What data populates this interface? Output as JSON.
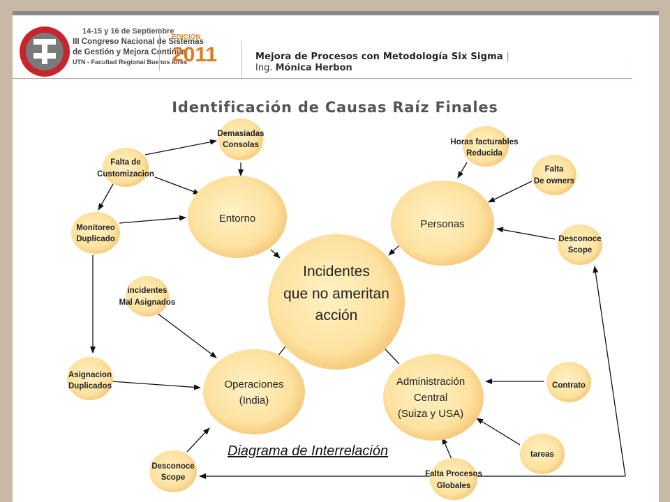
{
  "header": {
    "event_dates": "14-15 y 16 de Septiembre",
    "event_name_line1": "III Congreso Nacional de Sistemas",
    "event_name_line2": "de Gestión y Mejora Continua",
    "event_org": "UTN - Facultad Regional Buenos Aires",
    "edition_label": "EDICION",
    "edition_year": "2011",
    "title": "Mejora de Procesos con Metodología Six Sigma",
    "separator": "|",
    "author_prefix": "Ing.",
    "author_name": "Mónica Herbon"
  },
  "main_title": "Identificación de Causas Raíz Finales",
  "subtitle": "Diagrama de Interrelación",
  "colors": {
    "node_fill": "#fde6a2",
    "node_fill_edge": "#f6c36a",
    "arrow": "#111111",
    "background": "#c6b8a5"
  },
  "nodes": {
    "incidentes": [
      "Incidentes",
      "que no ameritan",
      "acción"
    ],
    "entorno": [
      "Entorno"
    ],
    "personas": [
      "Personas"
    ],
    "operaciones": [
      "Operaciones",
      "(India)"
    ],
    "administracion": [
      "Administración",
      "Central",
      "(Suiza y USA)"
    ],
    "demasiadas_consolas": [
      "Demasiadas",
      "Consolas"
    ],
    "falta_customizacion": [
      "Falta de",
      "Customizacion"
    ],
    "monitoreo_duplicado": [
      "Monitoreo",
      "Duplicado"
    ],
    "incidentes_mal_asignados": [
      "incidentes",
      "Mal Asignados"
    ],
    "asignacion_duplicados": [
      "Asignacion",
      "Duplicados"
    ],
    "desconoce_scope_bottom": [
      "Desconoce",
      "Scope"
    ],
    "horas_facturables": [
      "Horas facturables",
      "Reducida"
    ],
    "falta_owners": [
      "Falta",
      "De owners"
    ],
    "desconoce_scope_right": [
      "Desconoce",
      "Scope"
    ],
    "contrato": [
      "Contrato"
    ],
    "tareas": [
      "tareas"
    ],
    "falta_procesos": [
      "Falta Procesos",
      "Globales"
    ]
  }
}
